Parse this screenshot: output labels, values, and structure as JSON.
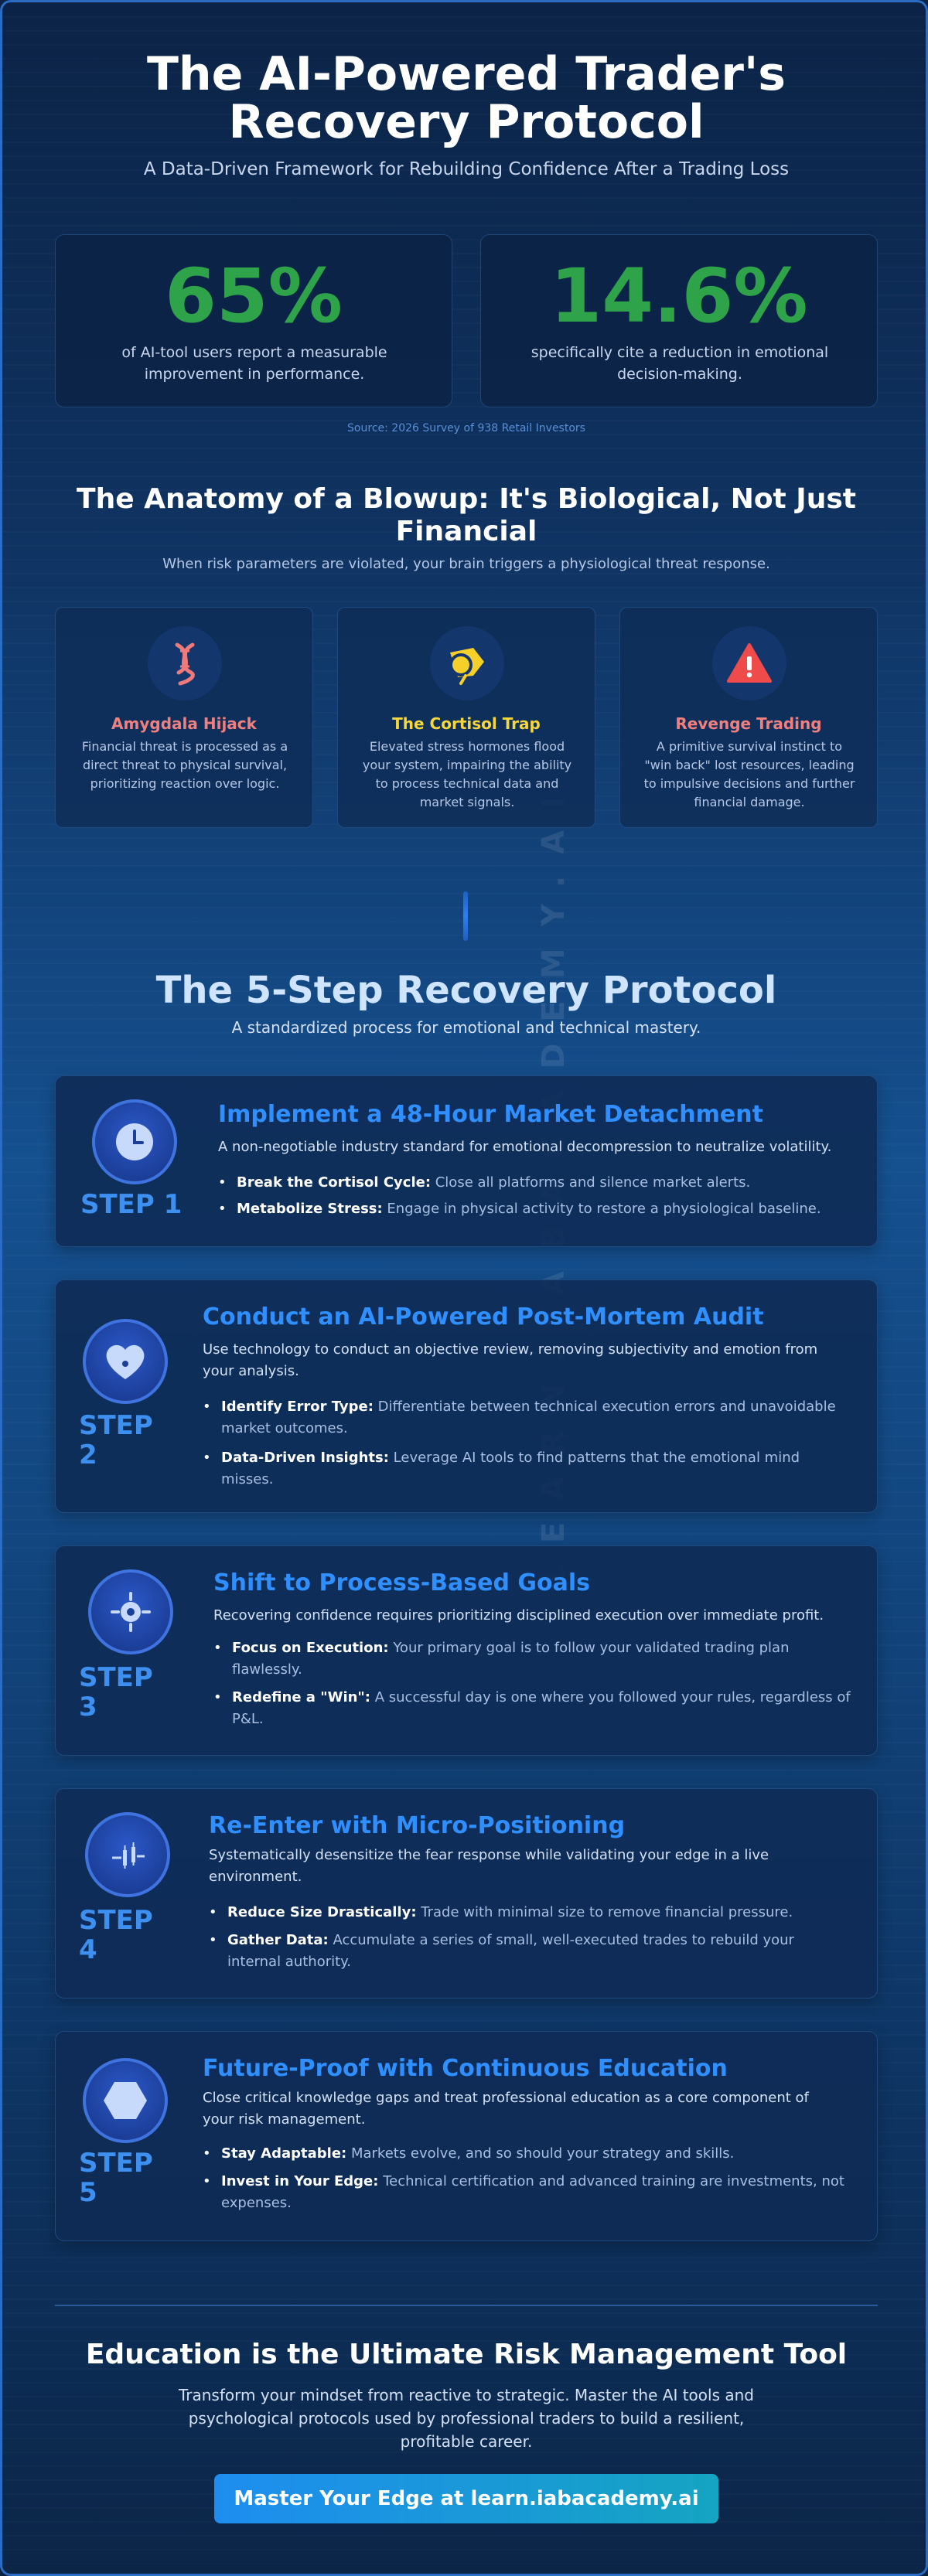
{
  "header": {
    "title": "The AI-Powered Trader's Recovery Protocol",
    "subtitle": "A Data-Driven Framework for Rebuilding Confidence After a Trading Loss"
  },
  "stats": [
    {
      "value": "65%",
      "description": "of AI-tool users report a measurable improvement in performance."
    },
    {
      "value": "14.6%",
      "description": "specifically cite a reduction in emotional decision-making."
    }
  ],
  "source": "Source: 2026 Survey of 938 Retail Investors",
  "anatomy": {
    "title": "The Anatomy of a Blowup: It's Biological, Not Just Financial",
    "subtitle": "When risk parameters are violated, your brain triggers a physiological threat response.",
    "cards": [
      {
        "icon": "brain-dna-icon",
        "title": "Amygdala Hijack",
        "title_color": "#f08080",
        "description": "Financial threat is processed as a direct threat to physical survival, prioritizing reaction over logic."
      },
      {
        "icon": "hormone-molecule-icon",
        "title": "The Cortisol Trap",
        "title_color": "#f5d63d",
        "description": "Elevated stress hormones flood your system, impairing the ability to process technical data and market signals."
      },
      {
        "icon": "warning-triangle-icon",
        "title": "Revenge Trading",
        "title_color": "#f08080",
        "description": "A primitive survival instinct to \"win back\" lost resources, leading to impulsive decisions and further financial damage."
      }
    ]
  },
  "watermark": "LEARN.IABACADEMY.AI",
  "protocol": {
    "title": "The 5-Step Recovery Protocol",
    "subtitle": "A standardized process for emotional and technical mastery.",
    "steps": [
      {
        "label": "STEP 1",
        "label_line1": "STEP 1",
        "label_line2": "",
        "icon": "clock-icon",
        "title": "Implement a 48-Hour Market Detachment",
        "description": "A non-negotiable industry standard for emotional decompression to neutralize volatility.",
        "bullets": [
          {
            "bold": "Break the Cortisol Cycle:",
            "text": " Close all platforms and silence market alerts."
          },
          {
            "bold": "Metabolize Stress:",
            "text": " Engage in physical activity to restore a physiological baseline."
          }
        ]
      },
      {
        "label": "STEP 2",
        "label_line1": "STEP",
        "label_line2": "2",
        "icon": "heart-pulse-icon",
        "title": "Conduct an AI-Powered Post-Mortem Audit",
        "description": "Use technology to conduct an objective review, removing subjectivity and emotion from your analysis.",
        "bullets": [
          {
            "bold": "Identify Error Type:",
            "text": " Differentiate between technical execution errors and unavoidable market outcomes."
          },
          {
            "bold": "Data-Driven Insights:",
            "text": " Leverage AI tools to find patterns that the emotional mind misses."
          }
        ]
      },
      {
        "label": "STEP 3",
        "label_line1": "STEP",
        "label_line2": "3",
        "icon": "target-icon",
        "title": "Shift to Process-Based Goals",
        "description": "Recovering confidence requires prioritizing disciplined execution over immediate profit.",
        "bullets": [
          {
            "bold": "Focus on Execution:",
            "text": " Your primary goal is to follow your validated trading plan flawlessly."
          },
          {
            "bold": "Redefine a \"Win\":",
            "text": " A successful day is one where you followed your rules, regardless of P&L."
          }
        ]
      },
      {
        "label": "STEP 4",
        "label_line1": "STEP",
        "label_line2": "4",
        "icon": "candlestick-icon",
        "title": "Re-Enter with Micro-Positioning",
        "description": "Systematically desensitize the fear response while validating your edge in a live environment.",
        "bullets": [
          {
            "bold": "Reduce Size Drastically:",
            "text": " Trade with minimal size to remove financial pressure."
          },
          {
            "bold": "Gather Data:",
            "text": " Accumulate a series of small, well-executed trades to rebuild your internal authority."
          }
        ]
      },
      {
        "label": "STEP 5",
        "label_line1": "STEP",
        "label_line2": "5",
        "icon": "hexagon-icon",
        "title": "Future-Proof with Continuous Education",
        "description": "Close critical knowledge gaps and treat professional education as a core component of your risk management.",
        "bullets": [
          {
            "bold": "Stay Adaptable:",
            "text": " Markets evolve, and so should your strategy and skills."
          },
          {
            "bold": "Invest in Your Edge:",
            "text": " Technical certification and advanced training are investments, not expenses."
          }
        ]
      }
    ]
  },
  "footer": {
    "title": "Education is the Ultimate Risk Management Tool",
    "description": "Transform your mindset from reactive to strategic. Master the AI tools and psychological protocols used by professional traders to build a resilient, profitable career.",
    "cta": "Master Your Edge at learn.iabacademy.ai"
  },
  "colors": {
    "stat_green": "#2fa34a",
    "accent_blue": "#2f8fff",
    "background": "#0f3260"
  }
}
